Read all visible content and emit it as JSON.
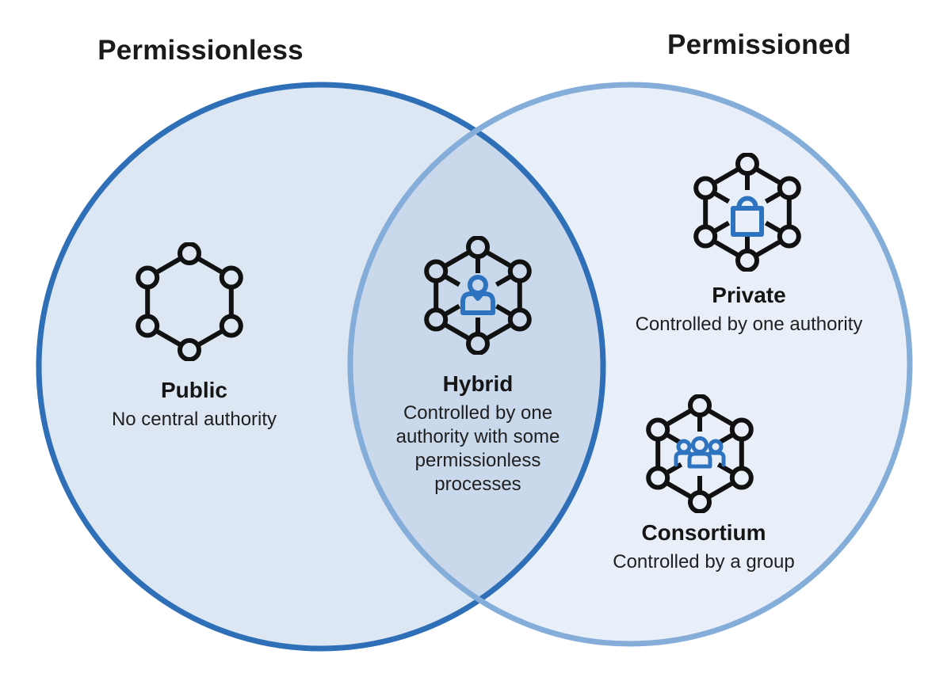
{
  "diagram_type": "venn",
  "titles": {
    "left": "Permissionless",
    "right": "Permissioned"
  },
  "colors": {
    "background": "#ffffff",
    "left_circle_fill": "#dde7f3",
    "left_circle_stroke": "#2e6fb8",
    "right_circle_fill": "#e9eff8",
    "right_circle_stroke": "#85add9",
    "overlap_fill": "#cdd9ec",
    "network_icon_color": "#111111",
    "glyph_accent_color": "#2e73bf",
    "text_color": "#1a1a1a"
  },
  "regions": {
    "public": {
      "label": "Public",
      "description": "No central authority",
      "icon": "network-icon",
      "circle": "permissionless"
    },
    "hybrid": {
      "label": "Hybrid",
      "description": "Controlled by one authority with some permissionless processes",
      "icon": "network-person-icon",
      "circle": "both"
    },
    "private": {
      "label": "Private",
      "description": "Controlled by one authority",
      "icon": "network-lock-icon",
      "circle": "permissioned"
    },
    "consortium": {
      "label": "Consortium",
      "description": "Controlled by a group",
      "icon": "network-group-icon",
      "circle": "permissioned"
    }
  }
}
